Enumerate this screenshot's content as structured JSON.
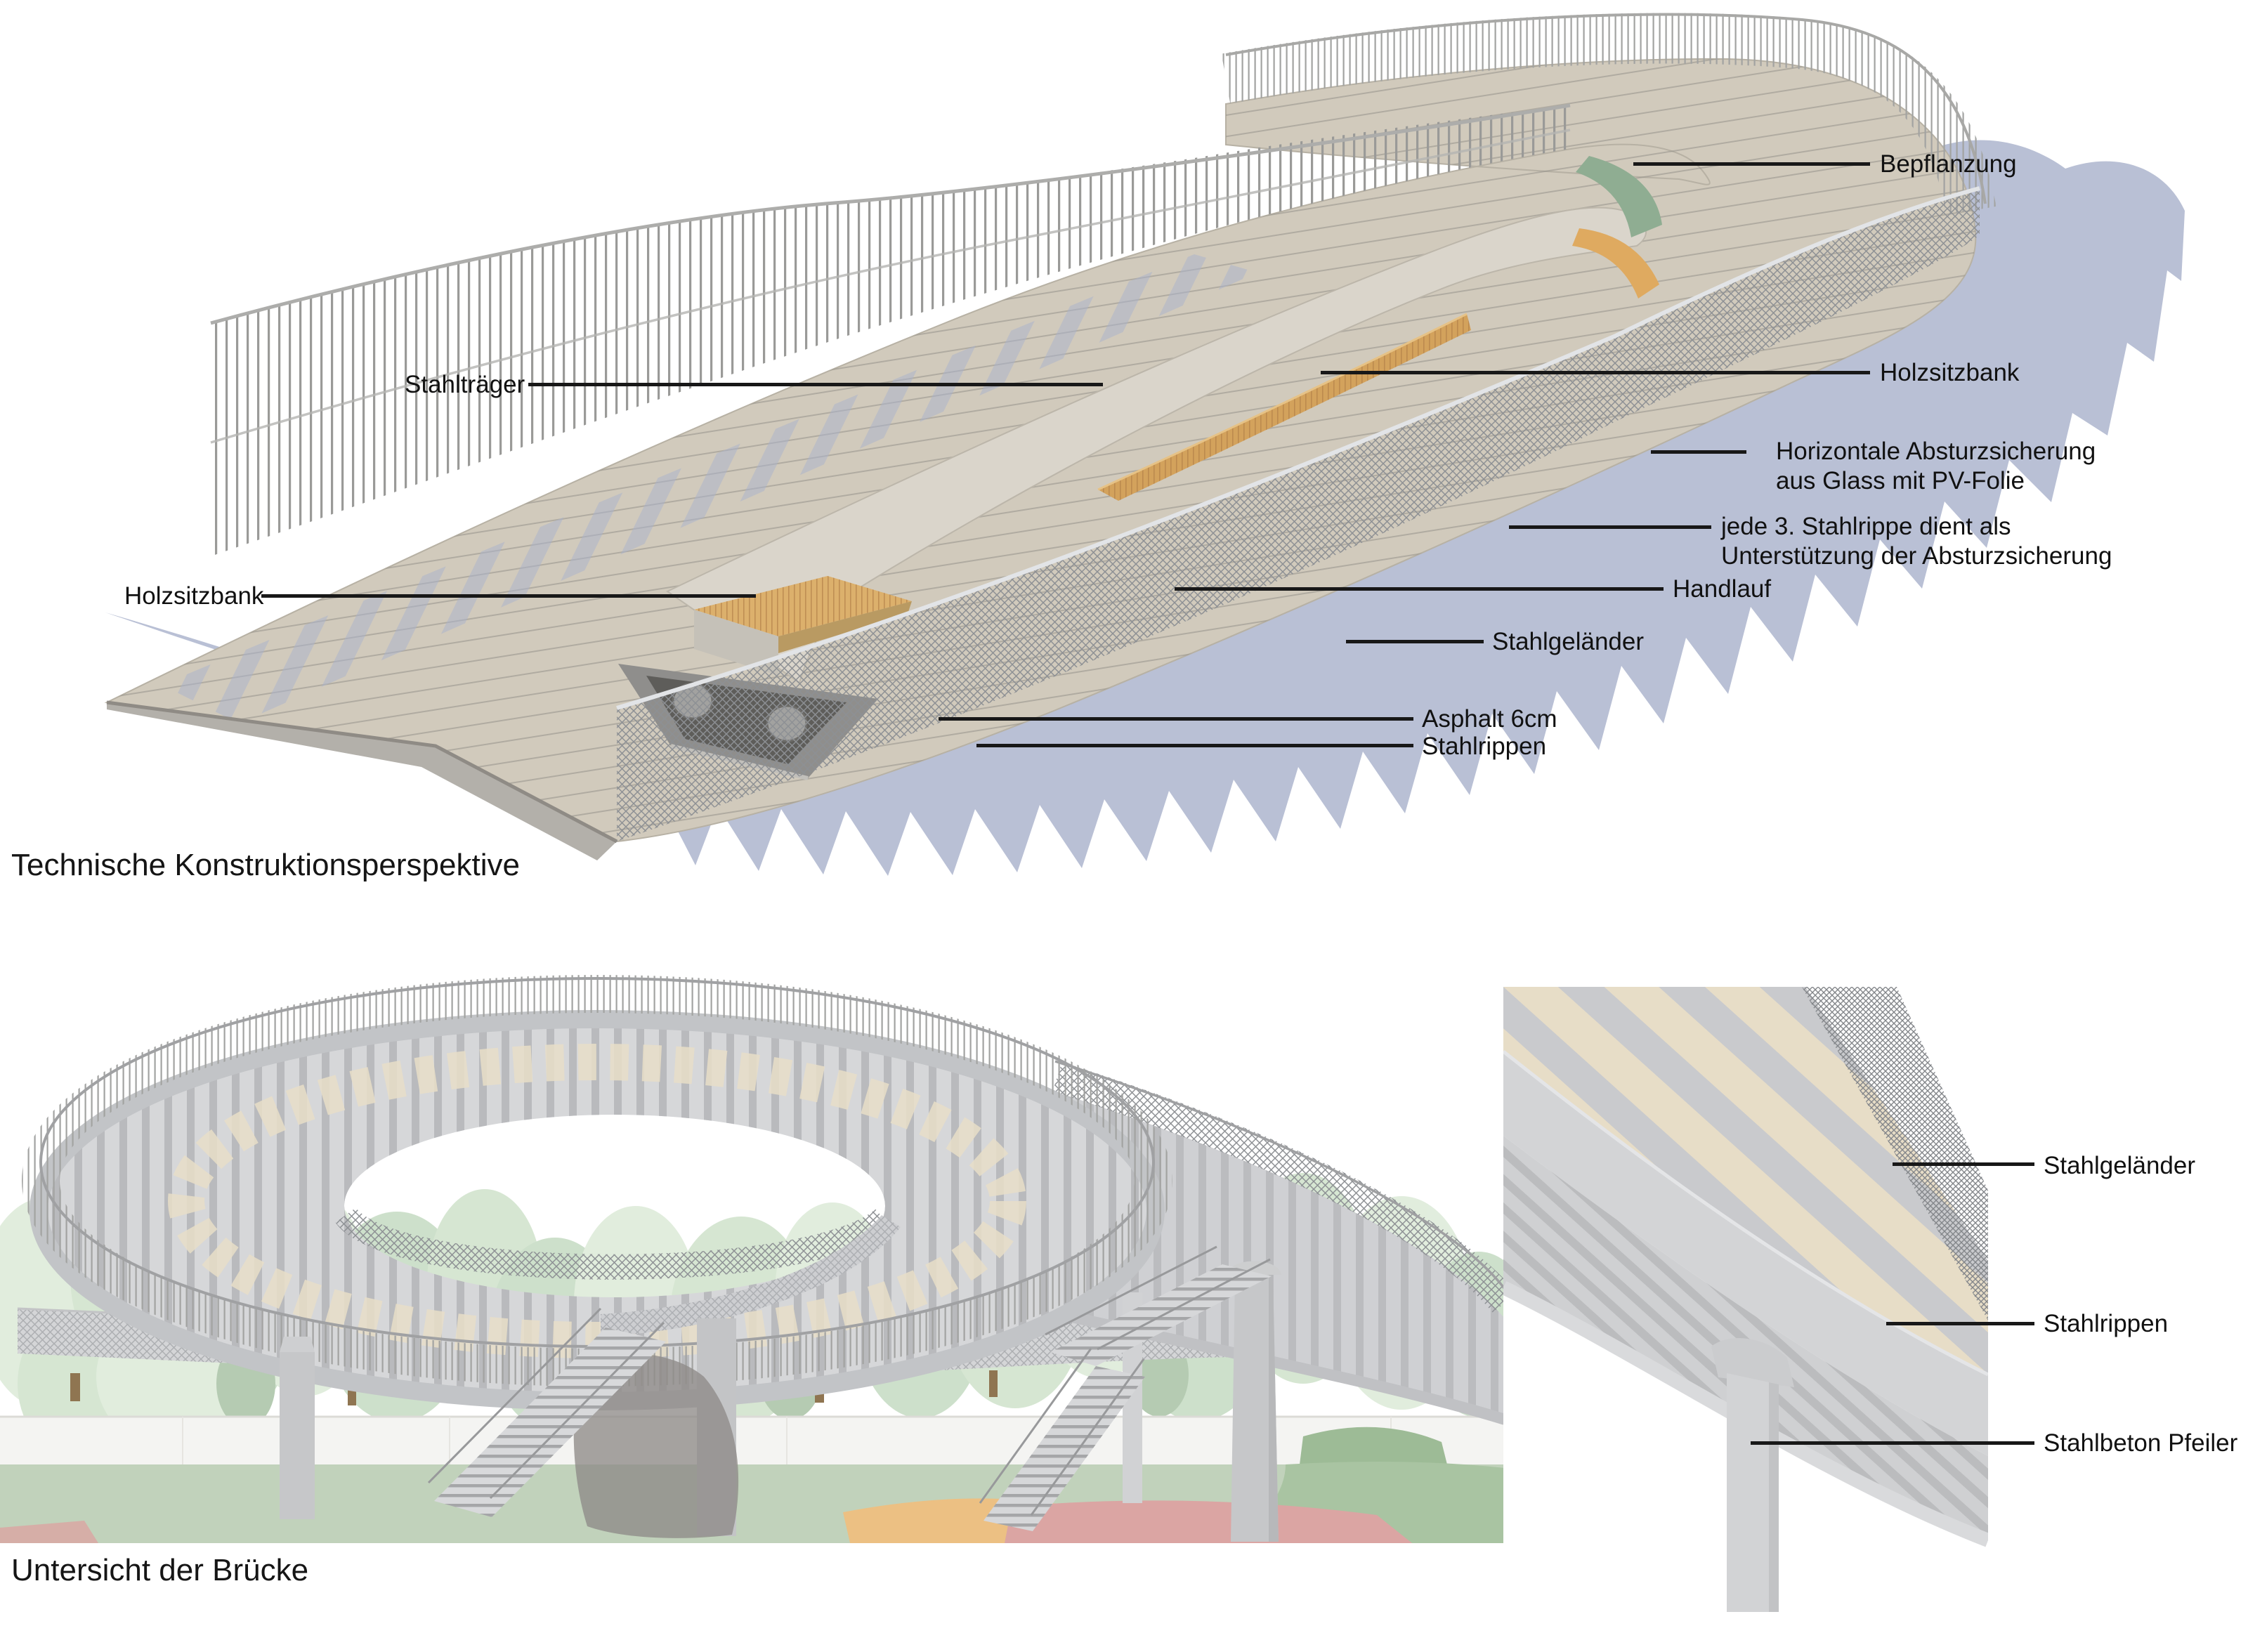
{
  "page": {
    "background": "#ffffff",
    "type_of_drawing": "architectural bridge diagram"
  },
  "figures": {
    "construction_perspective": {
      "caption": "Technische Konstruktionsperspektive",
      "labels": {
        "stahltraeger": "Stahlträger",
        "holzsitzbank_left": "Holzsitzbank",
        "bepflanzung": "Bepflanzung",
        "holzsitzbank_right": "Holzsitzbank",
        "absturzsicherung_line1": "Horizontale Absturzsicherung",
        "absturzsicherung_line2": "aus Glass mit PV-Folie",
        "stahlrippe_hinweis_line1": "jede 3. Stahlrippe dient als",
        "stahlrippe_hinweis_line2": "Unterstützung der Absturzsicherung",
        "handlauf": "Handlauf",
        "stahlgelaender": "Stahlgeländer",
        "asphalt": "Asphalt 6cm",
        "stahlrippen": "Stahlrippen"
      }
    },
    "underside_view": {
      "caption": "Untersicht der Brücke"
    },
    "underside_detail": {
      "labels": {
        "stahlgelaender": "Stahlgeländer",
        "stahlrippen": "Stahlrippen",
        "stahlbeton_pfeiler": "Stahlbeton Pfeiler"
      }
    }
  },
  "colors": {
    "deck_beige": "#d1cabc",
    "spine_gray": "#dad5cb",
    "wood_bench": "#d3a25c",
    "planting_green": "#8fad92",
    "shadow_blue": "#a9b2cc",
    "steel_gray": "#c6c7c9",
    "rib_cream": "#e7ddc7",
    "ground_green": "#c1d2bb",
    "tree_green": "#cfe2cb",
    "path_orange": "#ecc083",
    "path_pink": "#dba5a3",
    "label_text": "#111111",
    "leader_line": "#181818"
  }
}
